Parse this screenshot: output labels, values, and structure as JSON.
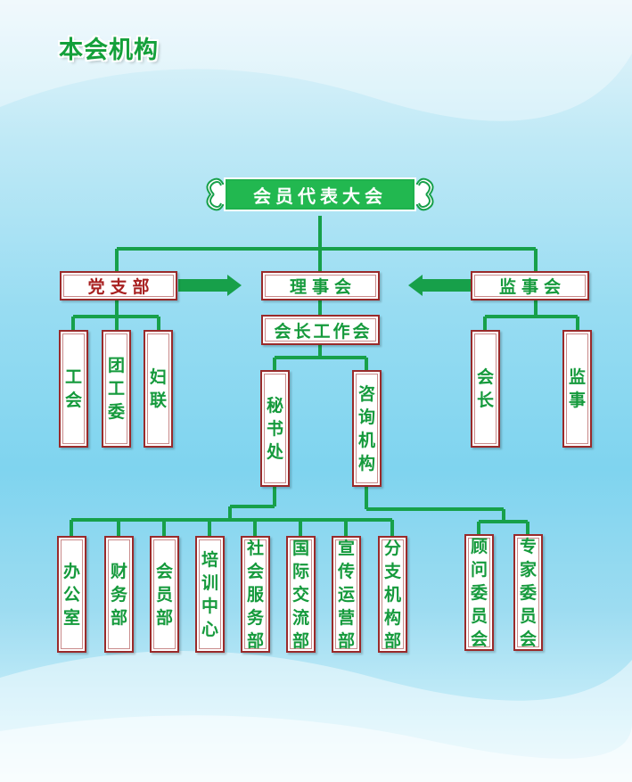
{
  "title": "本会机构",
  "top_node": "会员代表大会",
  "row1": {
    "left": "党支部",
    "center": "理事会",
    "right": "监事会"
  },
  "president_office": "会长工作会",
  "party_children": [
    "工会",
    "团工委",
    "妇联"
  ],
  "supervisor_children": [
    "会长",
    "监事"
  ],
  "level3": [
    "秘书处",
    "咨询机构"
  ],
  "secretariat_children": [
    "办公室",
    "财务部",
    "会员部",
    "培训中心",
    "社会服务部",
    "国际交流部",
    "宣传运营部",
    "分支机构部"
  ],
  "advisory_children": [
    "顾问委员会",
    "专家委员会"
  ],
  "colors": {
    "line": "#17a04a",
    "green_text": "#159a3c",
    "red_text": "#a82020",
    "border": "#9a2a2a"
  }
}
